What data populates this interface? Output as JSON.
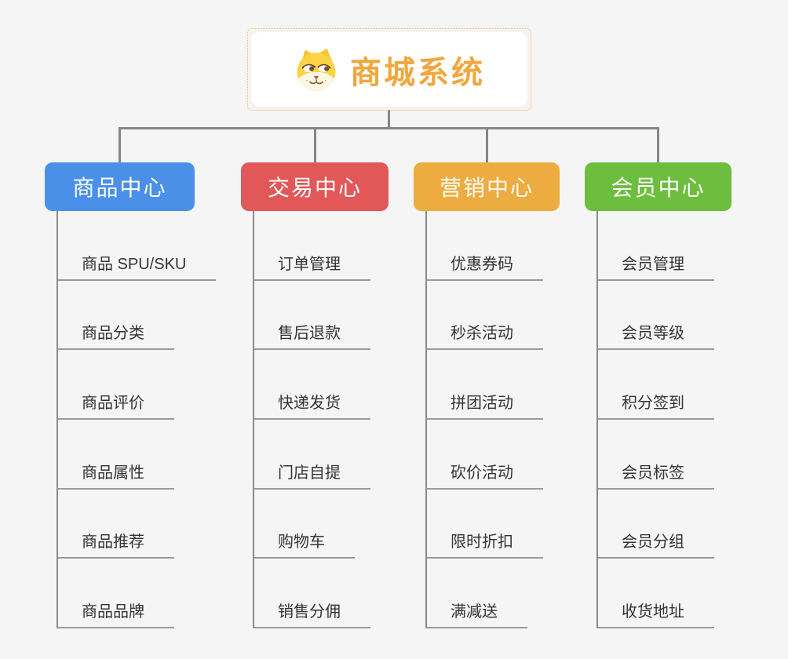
{
  "root": {
    "title": "商城系统",
    "icon": "doge-icon",
    "border_color": "#f2b85c",
    "title_color": "#f0a73e"
  },
  "connector_color": "#858585",
  "background_color": "#f5f5f5",
  "branches": [
    {
      "label": "商品中心",
      "color": "#4a90e8",
      "items": [
        "商品 SPU/SKU",
        "商品分类",
        "商品评价",
        "商品属性",
        "商品推荐",
        "商品品牌"
      ]
    },
    {
      "label": "交易中心",
      "color": "#e25858",
      "items": [
        "订单管理",
        "售后退款",
        "快递发货",
        "门店自提",
        "购物车",
        "销售分佣"
      ]
    },
    {
      "label": "营销中心",
      "color": "#edac3f",
      "items": [
        "优惠券码",
        "秒杀活动",
        "拼团活动",
        "砍价活动",
        "限时折扣",
        "满减送"
      ]
    },
    {
      "label": "会员中心",
      "color": "#6dbe3e",
      "items": [
        "会员管理",
        "会员等级",
        "积分签到",
        "会员标签",
        "会员分组",
        "收货地址"
      ]
    }
  ]
}
